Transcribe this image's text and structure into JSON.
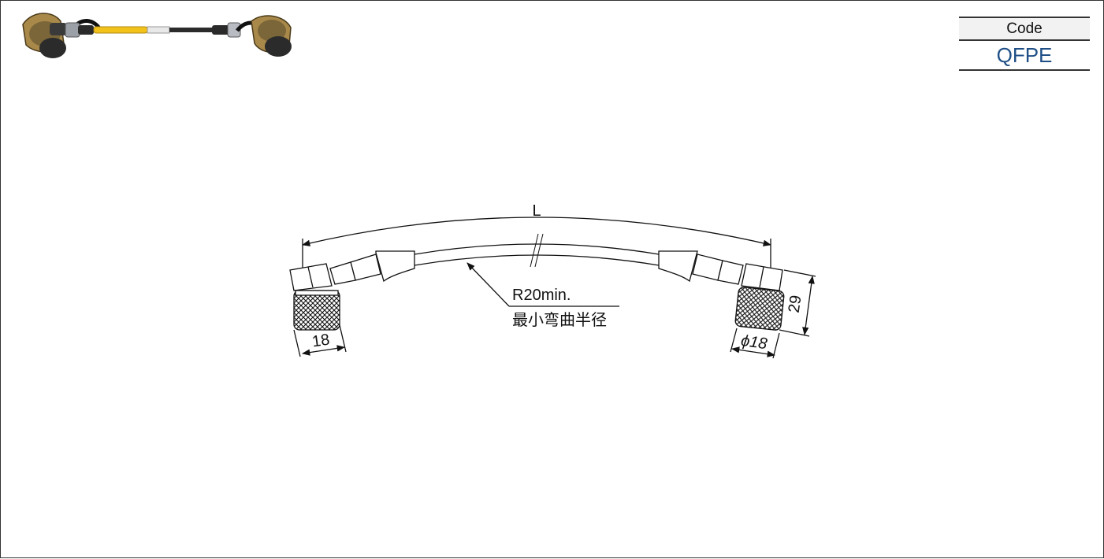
{
  "code_box": {
    "header": "Code",
    "value": "QFPE"
  },
  "diagram": {
    "length_label": "L",
    "bend_radius_label": "R20min.",
    "bend_radius_label_cn": "最小弯曲半径",
    "left_width_label": "18",
    "right_diameter_label": "ϕ18",
    "height_label": "29"
  },
  "colors": {
    "code_value": "#1f4f86",
    "hose_yellow": "#f2c21b"
  }
}
